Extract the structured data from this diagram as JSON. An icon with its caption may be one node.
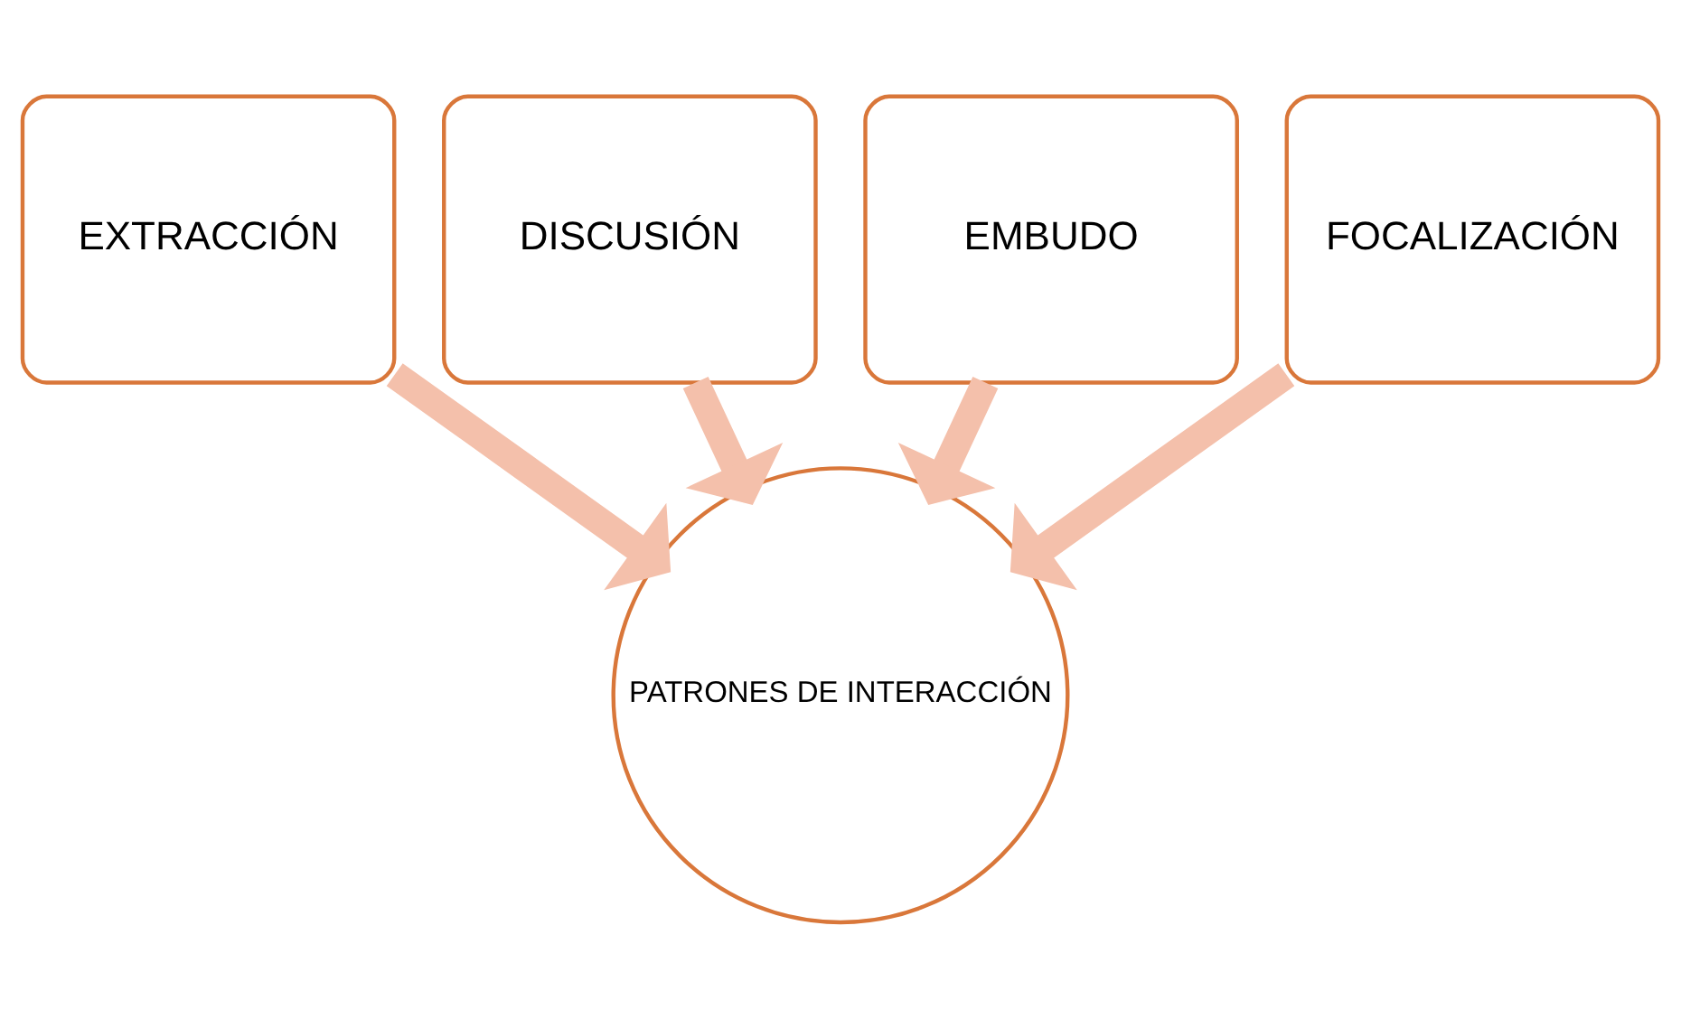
{
  "diagram": {
    "nodes": [
      {
        "text": [
          "DISCUSIÓN"
        ]
      },
      {
        "text": [
          "EMBUDO"
        ]
      },
      {
        "text": [
          "EXTRACCIÓN"
        ]
      },
      {
        "text": [
          "FOCALIZACIÓN"
        ]
      },
      {
        "text": [
          "PATRONES DE INTERACCIÓN"
        ]
      }
    ],
    "edges": [
      {
        "from": 0,
        "to": 4,
        "arrow": "to"
      },
      {
        "from": 1,
        "to": 4,
        "arrow": "to"
      },
      {
        "from": 2,
        "to": 4,
        "arrow": "to"
      },
      {
        "from": 3,
        "to": 4,
        "arrow": "to"
      }
    ]
  }
}
